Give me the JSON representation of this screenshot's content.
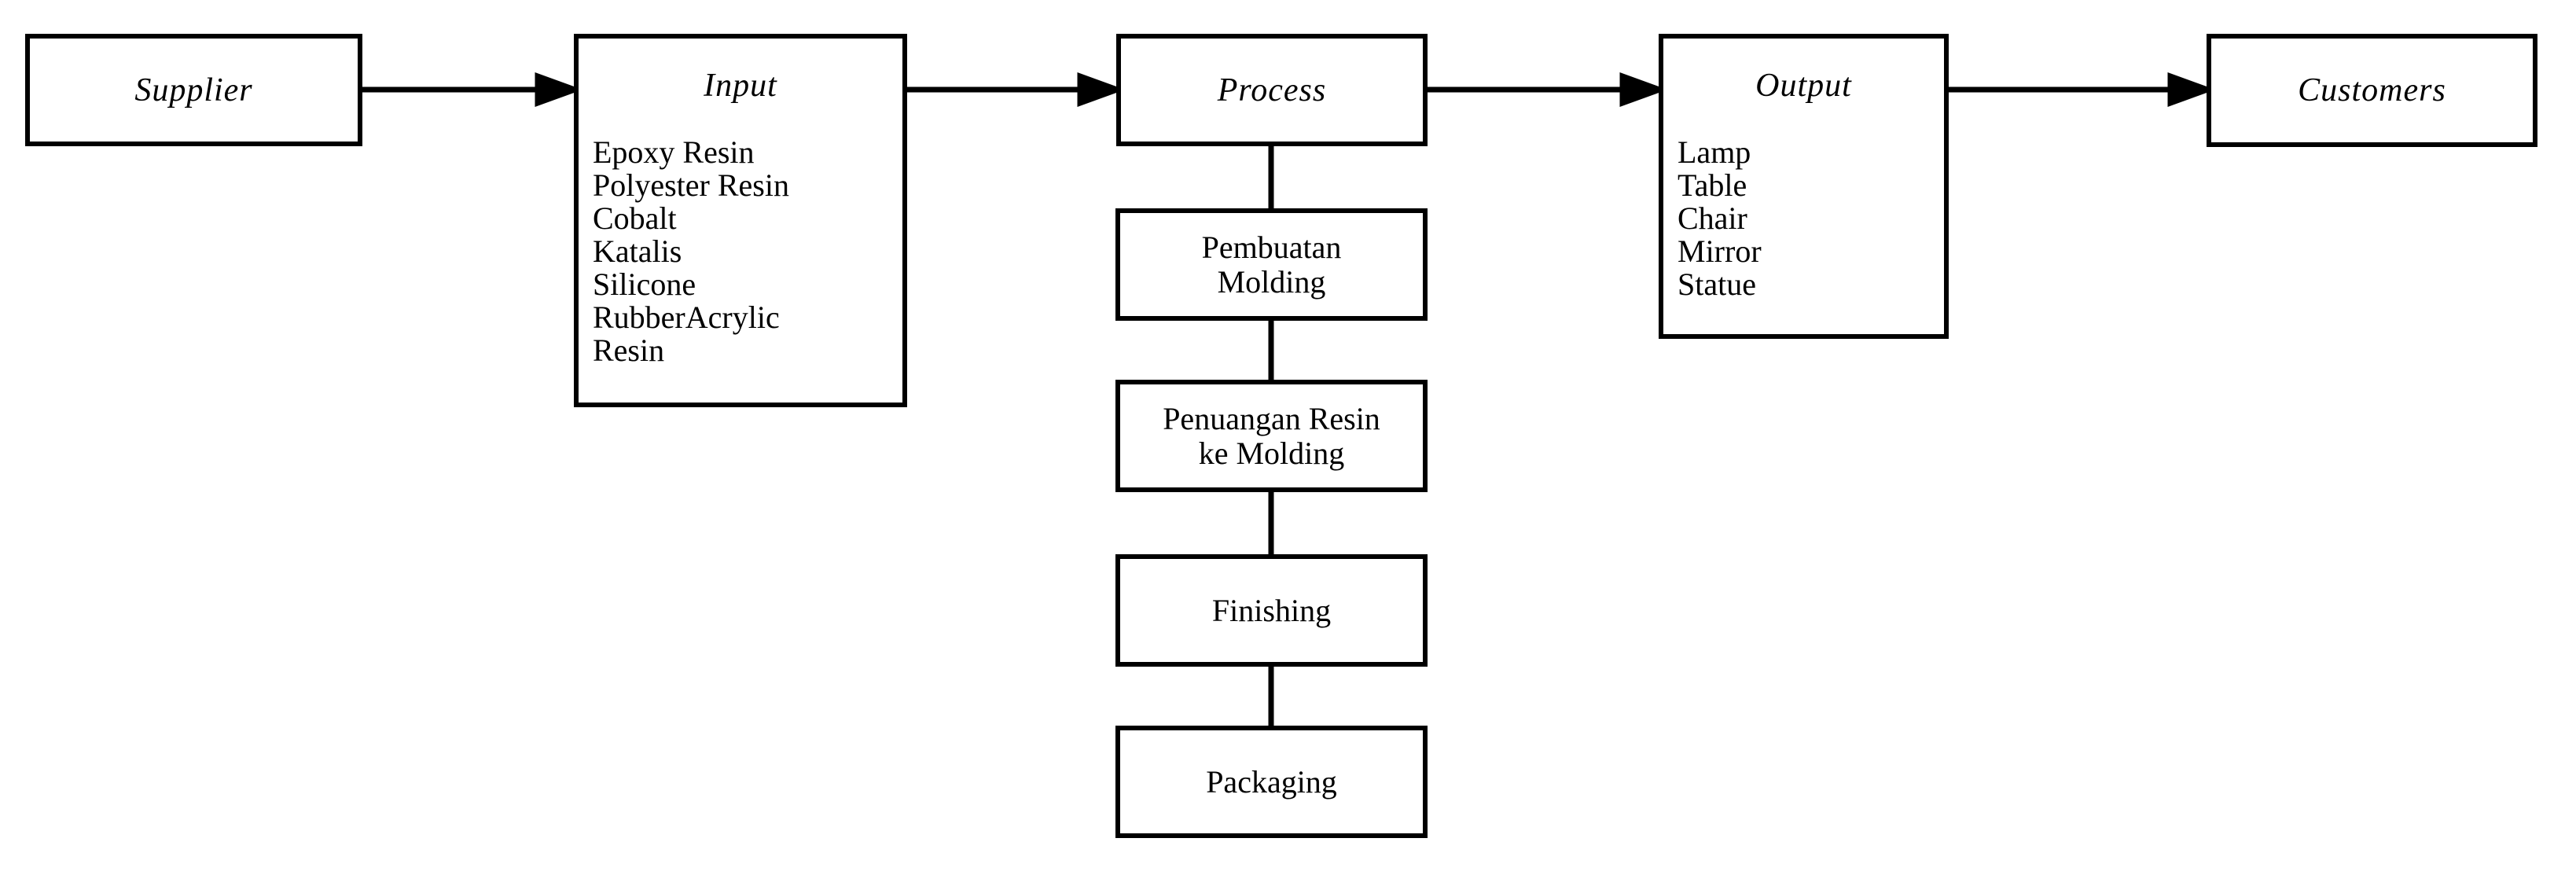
{
  "colors": {
    "line": "#000000",
    "background": "#ffffff",
    "box_fill": "#ffffff",
    "text": "#000000"
  },
  "nodes": {
    "supplier": {
      "title": "Supplier"
    },
    "input": {
      "title": "Input",
      "items": [
        "Epoxy Resin",
        "Polyester Resin",
        "Cobalt",
        "Katalis",
        "Silicone",
        "RubberAcrylic\nResin"
      ]
    },
    "process": {
      "title": "Process"
    },
    "output": {
      "title": "Output",
      "items": [
        "Lamp",
        "Table",
        "Chair",
        "Mirror",
        "Statue"
      ]
    },
    "customers": {
      "title": "Customers"
    },
    "steps": [
      "Pembuatan\nMolding",
      "Penuangan Resin\nke Molding",
      "Finishing",
      "Packaging"
    ]
  }
}
